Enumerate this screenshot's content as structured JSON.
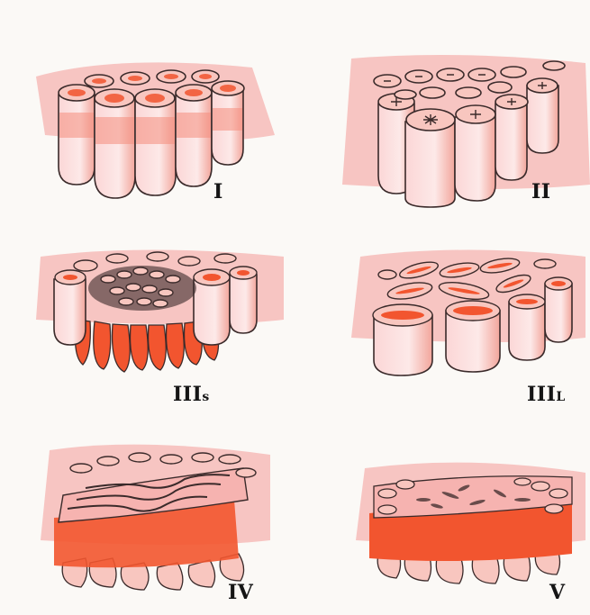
{
  "panels": [
    {
      "id": "I",
      "label": "I",
      "sub": ""
    },
    {
      "id": "II",
      "label": "II",
      "sub": ""
    },
    {
      "id": "IIIs",
      "label": "III",
      "sub": "s"
    },
    {
      "id": "IIIL",
      "label": "III",
      "sub": "L"
    },
    {
      "id": "IV",
      "label": "IV",
      "sub": ""
    },
    {
      "id": "V",
      "label": "V",
      "sub": ""
    }
  ],
  "colors": {
    "sheet": "#f6b3b0",
    "crypt_light": "#fbd6d6",
    "crypt_mid": "#f58e7e",
    "crypt_dark": "#f2552f",
    "outline": "#3a2a2a",
    "lumen": "#f8c6bf"
  }
}
